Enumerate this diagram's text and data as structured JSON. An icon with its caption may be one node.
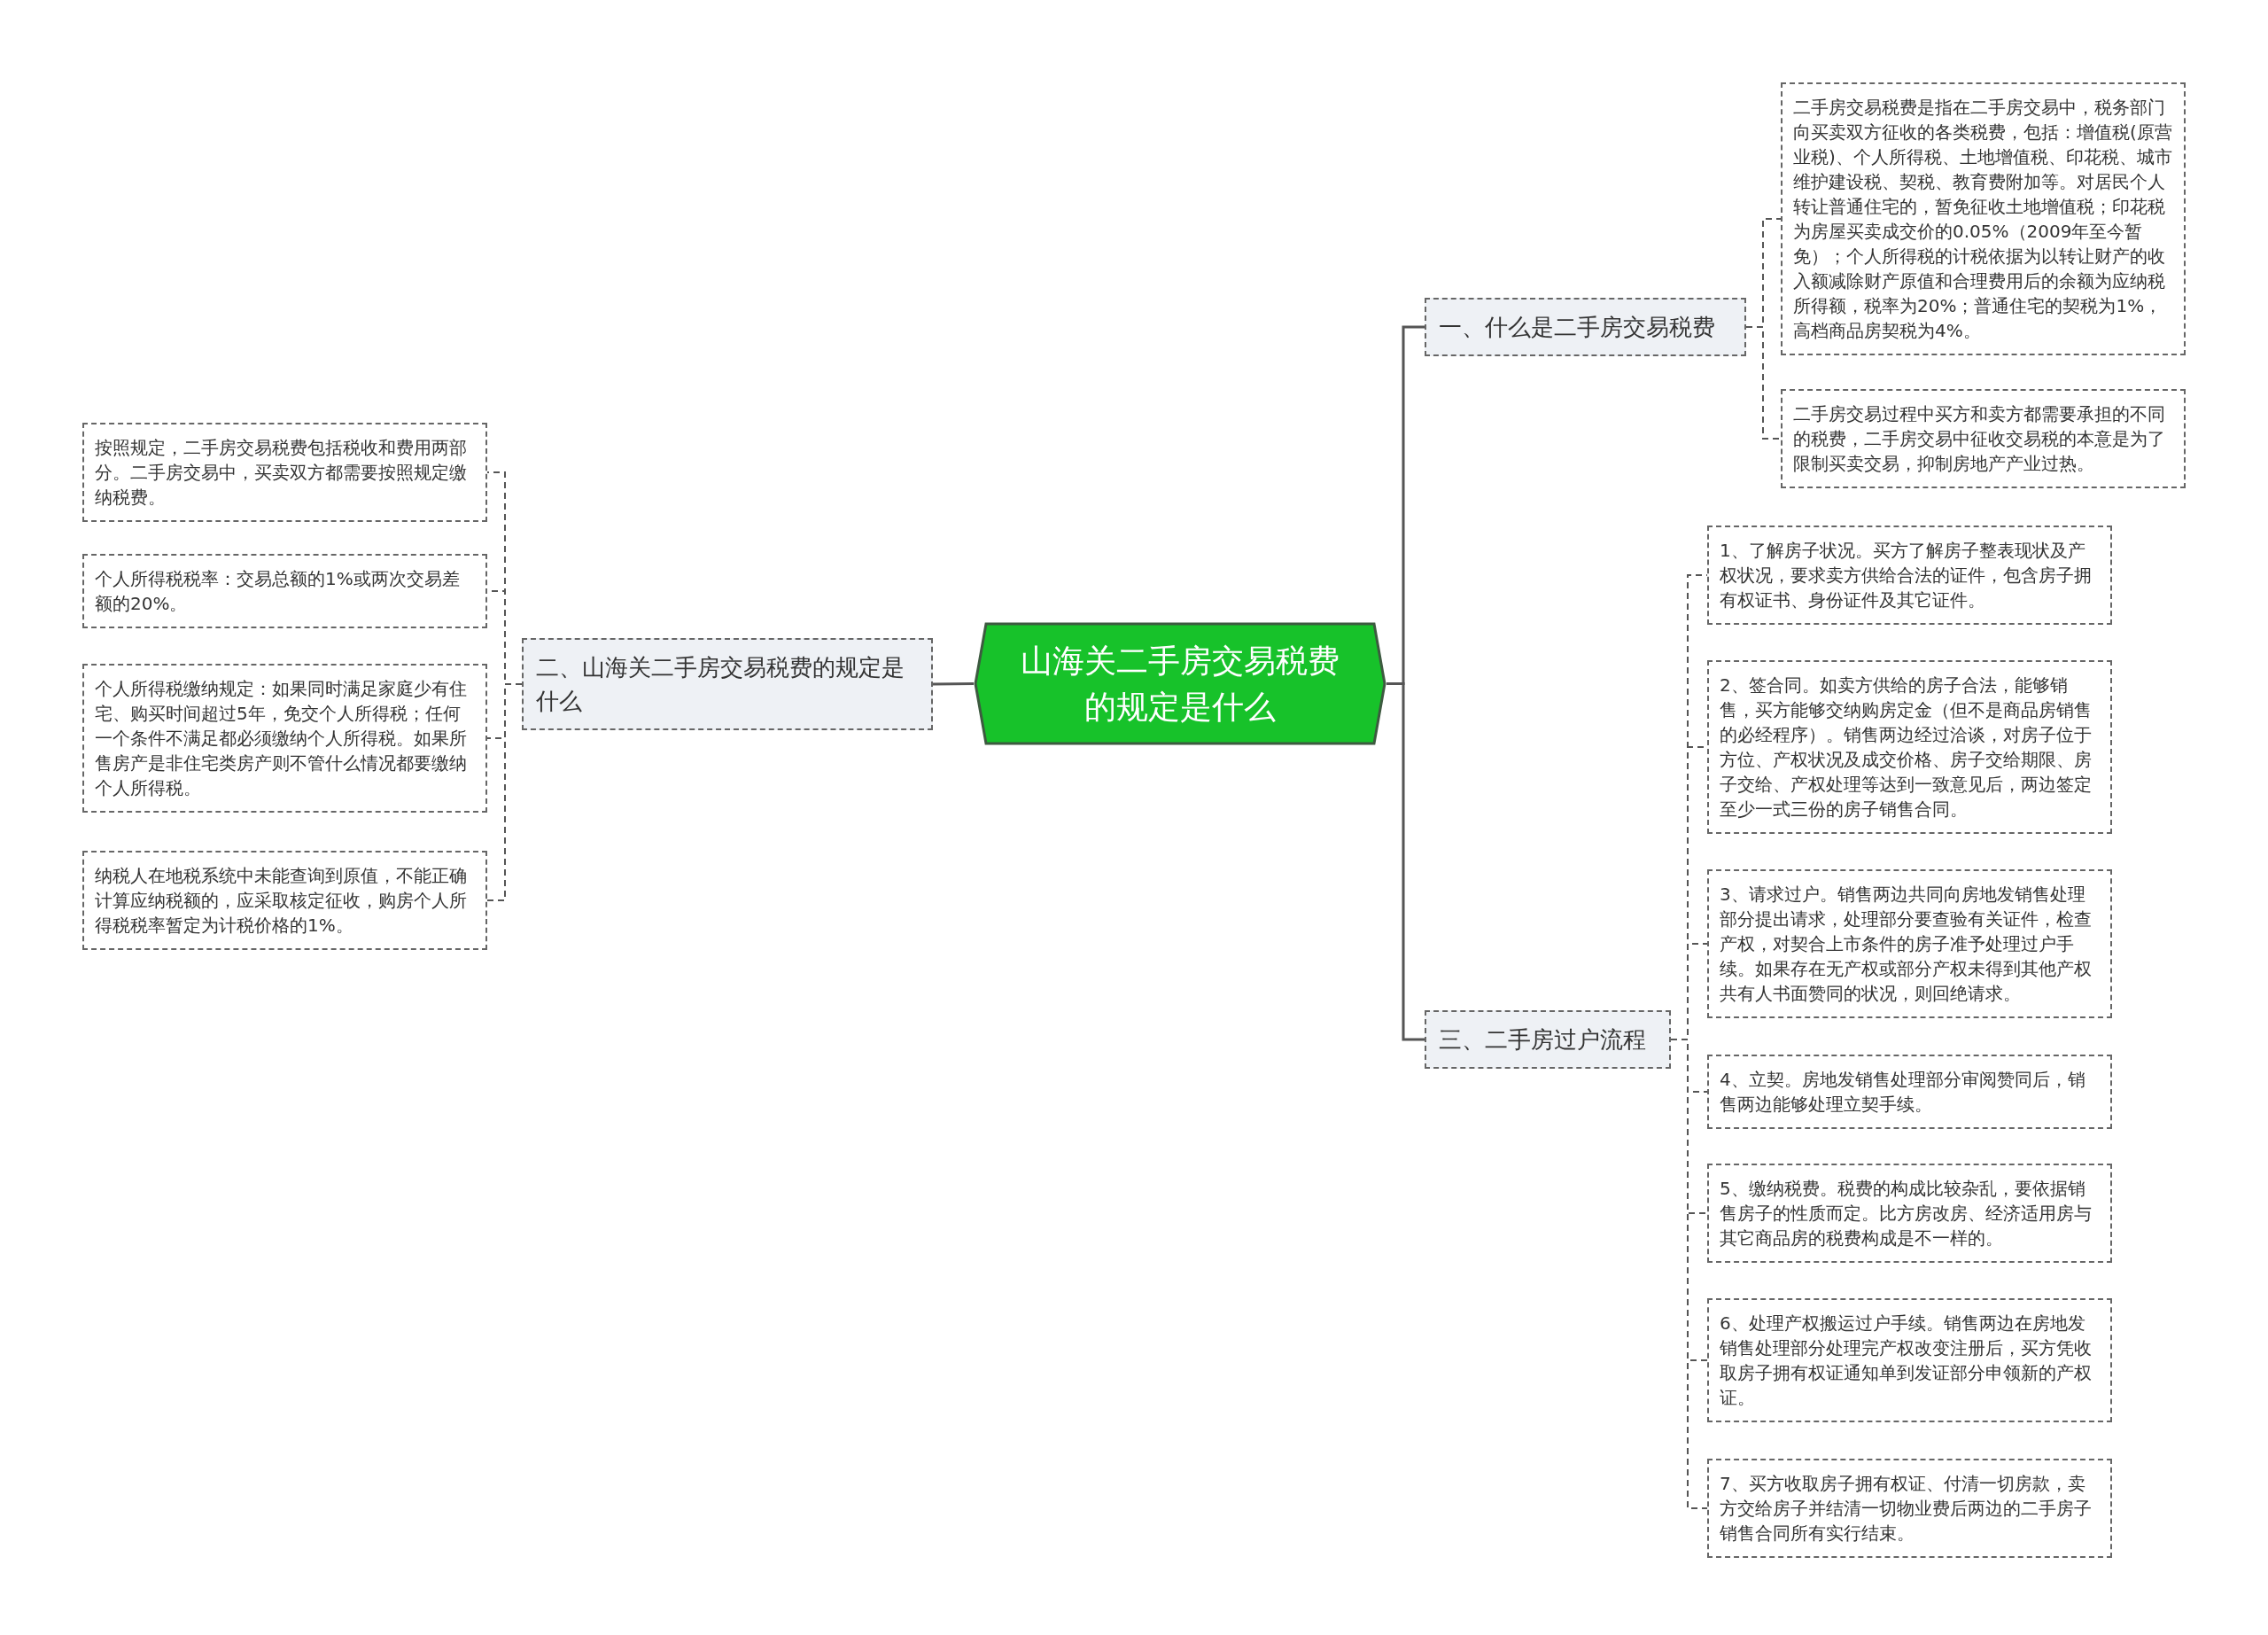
{
  "diagram": {
    "nodes": [
      {
        "text": [
          "山海关二手房交易税费的规定是什么"
        ]
      },
      {
        "text": [
          "一、什么是二手房交易税费"
        ]
      },
      {
        "text": [
          "二手房交易税费是指在二手房交易中，税务部门向买卖双方征收的各类税费，包括：增值税(原营业税)、个人所得税、土地增值税、印花税、城市维护建设税、契税、教育费附加等。对居民个人转让普通住宅的，暂免征收土地增值税；印花税为房屋买卖成交价的0.05%（2009年至今暂免）；个人所得税的计税依据为以转让财产的收入额减除财产原值和合理费用后的余额为应纳税所得额，税率为20%；普通住宅的契税为1%，高档商品房契税为4%。"
        ]
      },
      {
        "text": [
          "二手房交易过程中买方和卖方都需要承担的不同的税费，二手房交易中征收交易税的本意是为了限制买卖交易，抑制房地产产业过热。"
        ]
      },
      {
        "text": [
          "二、山海关二手房交易税费的规定是什么"
        ]
      },
      {
        "text": [
          "按照规定，二手房交易税费包括税收和费用两部分。二手房交易中，买卖双方都需要按照规定缴纳税费。"
        ]
      },
      {
        "text": [
          "个人所得税税率：交易总额的1%或两次交易差额的20%。"
        ]
      },
      {
        "text": [
          "个人所得税缴纳规定：如果同时满足家庭少有住宅、购买时间超过5年，免交个人所得税；任何一个条件不满足都必须缴纳个人所得税。如果所售房产是非住宅类房产则不管什么情况都要缴纳个人所得税。"
        ]
      },
      {
        "text": [
          "纳税人在地税系统中未能查询到原值，不能正确计算应纳税额的，应采取核定征收，购房个人所得税税率暂定为计税价格的1%。"
        ]
      },
      {
        "text": [
          "三、二手房过户流程"
        ]
      },
      {
        "text": [
          "1、了解房子状况。买方了解房子整表现状及产权状况，要求卖方供给合法的证件，包含房子拥有权证书、身份证件及其它证件。"
        ]
      },
      {
        "text": [
          "2、签合同。如卖方供给的房子合法，能够销售，买方能够交纳购房定金（但不是商品房销售的必经程序）。销售两边经过洽谈，对房子位于方位、产权状况及成交价格、房子交给期限、房子交给、产权处理等达到一致意见后，两边签定至少一式三份的房子销售合同。"
        ]
      },
      {
        "text": [
          "3、请求过户。销售两边共同向房地发销售处理部分提出请求，处理部分要查验有关证件，检查产权，对契合上市条件的房子准予处理过户手续。如果存在无产权或部分产权未得到其他产权共有人书面赞同的状况，则回绝请求。"
        ]
      },
      {
        "text": [
          "4、立契。房地发销售处理部分审阅赞同后，销售两边能够处理立契手续。"
        ]
      },
      {
        "text": [
          "5、缴纳税费。税费的构成比较杂乱，要依据销售房子的性质而定。比方房改房、经济适用房与其它商品房的税费构成是不一样的。"
        ]
      },
      {
        "text": [
          "6、处理产权搬运过户手续。销售两边在房地发销售处理部分处理完产权改变注册后，买方凭收取房子拥有权证通知单到发证部分申领新的产权证。"
        ]
      },
      {
        "text": [
          "7、买方收取房子拥有权证、付清一切房款，卖方交给房子并结清一切物业费后两边的二手房子销售合同所有实行结束。"
        ]
      }
    ],
    "edges": [
      {
        "from": 0,
        "to": 1,
        "arrow": "none"
      },
      {
        "from": 1,
        "to": 2,
        "arrow": "none",
        "style": "dashed"
      },
      {
        "from": 1,
        "to": 3,
        "arrow": "none",
        "style": "dashed"
      },
      {
        "from": 0,
        "to": 4,
        "arrow": "none"
      },
      {
        "from": 4,
        "to": 5,
        "arrow": "none",
        "style": "dashed"
      },
      {
        "from": 4,
        "to": 6,
        "arrow": "none",
        "style": "dashed"
      },
      {
        "from": 4,
        "to": 7,
        "arrow": "none",
        "style": "dashed"
      },
      {
        "from": 4,
        "to": 8,
        "arrow": "none",
        "style": "dashed"
      },
      {
        "from": 0,
        "to": 9,
        "arrow": "none"
      },
      {
        "from": 9,
        "to": 10,
        "arrow": "none",
        "style": "dashed"
      },
      {
        "from": 9,
        "to": 11,
        "arrow": "none",
        "style": "dashed"
      },
      {
        "from": 9,
        "to": 12,
        "arrow": "none",
        "style": "dashed"
      },
      {
        "from": 9,
        "to": 13,
        "arrow": "none",
        "style": "dashed"
      },
      {
        "from": 9,
        "to": 14,
        "arrow": "none",
        "style": "dashed"
      },
      {
        "from": 9,
        "to": 15,
        "arrow": "none",
        "style": "dashed"
      },
      {
        "from": 9,
        "to": 16,
        "arrow": "none",
        "style": "dashed"
      }
    ]
  }
}
